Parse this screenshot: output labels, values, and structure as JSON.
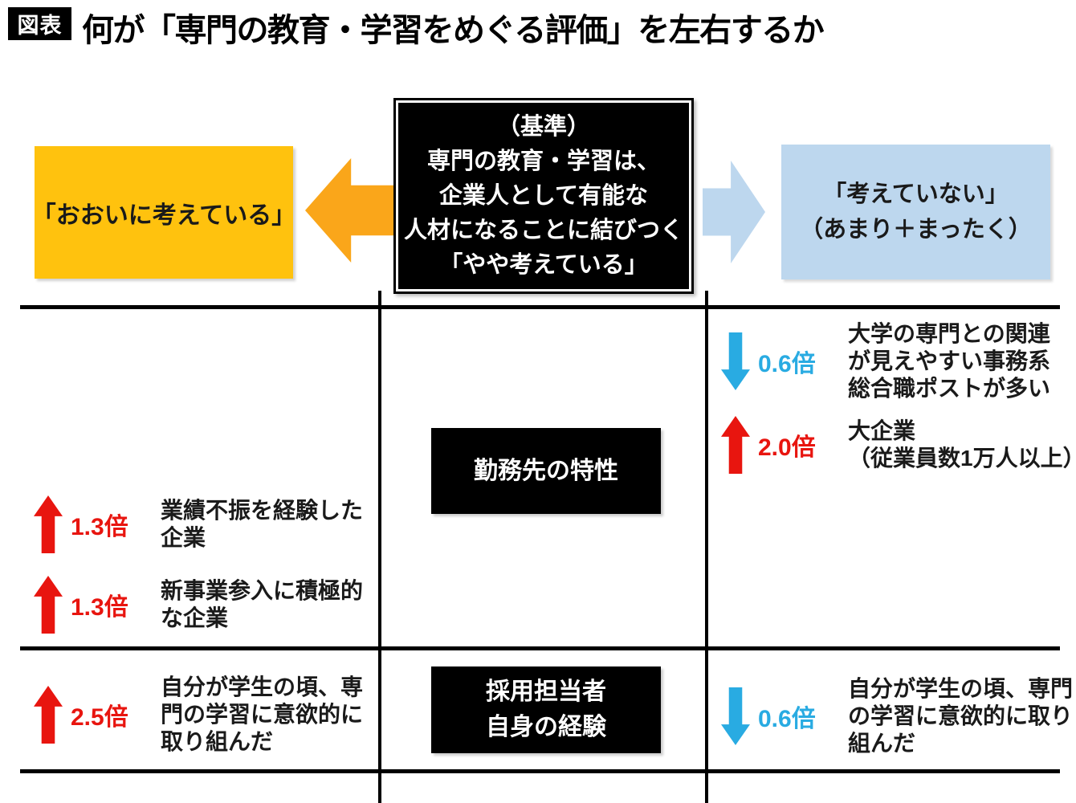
{
  "header": {
    "badge": "図表",
    "title": "何が「専門の教育・学習をめぐる評価」を左右するか"
  },
  "baseline_box": {
    "text": "（基準）\n専門の教育・学習は、\n企業人として有能な\n人材になることに結びつく\n「やや考えている」"
  },
  "outcomes": {
    "positive": "「おおいに考えている」",
    "negative": "「考えていない」\n（あまり＋まったく）"
  },
  "colors": {
    "positive_box": "#FFC20E",
    "positive_arrow": "#FAA61A",
    "negative_box": "#BDD7EE",
    "increase": "#E8150F",
    "decrease": "#29ABE2"
  },
  "rows": [
    {
      "category": "勤務先の特性",
      "left_items": [
        {
          "direction": "up",
          "factor": "1.3倍",
          "text": "業績不振を経験した\n企業"
        },
        {
          "direction": "up",
          "factor": "1.3倍",
          "text": "新事業参入に積極的\nな企業"
        }
      ],
      "right_items": [
        {
          "direction": "down",
          "factor": "0.6倍",
          "text": "大学の専門との関連\nが見えやすい事務系\n総合職ポストが多い"
        },
        {
          "direction": "up",
          "factor": "2.0倍",
          "text": "大企業\n（従業員数1万人以上）"
        }
      ]
    },
    {
      "category": "採用担当者\n自身の経験",
      "left_items": [
        {
          "direction": "up",
          "factor": "2.5倍",
          "text": "自分が学生の頃、専\n門の学習に意欲的に\n取り組んだ"
        }
      ],
      "right_items": [
        {
          "direction": "down",
          "factor": "0.6倍",
          "text": "自分が学生の頃、専門\nの学習に意欲的に取り\n組んだ"
        }
      ]
    }
  ]
}
